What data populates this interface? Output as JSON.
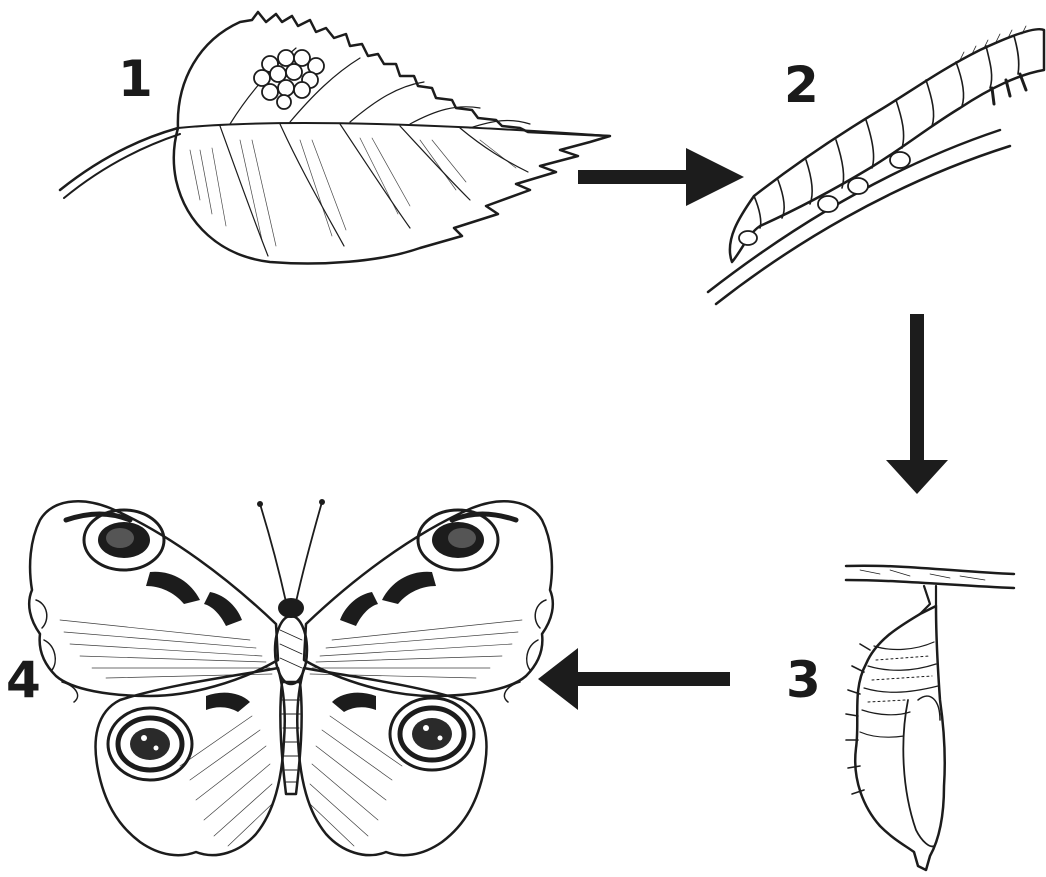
{
  "stages": [
    {
      "label": "1",
      "subject": "leaf-with-eggs"
    },
    {
      "label": "2",
      "subject": "caterpillar"
    },
    {
      "label": "3",
      "subject": "chrysalis"
    },
    {
      "label": "4",
      "subject": "butterfly"
    }
  ],
  "colors": {
    "ink": "#1c1c1c",
    "background": "#ffffff"
  }
}
